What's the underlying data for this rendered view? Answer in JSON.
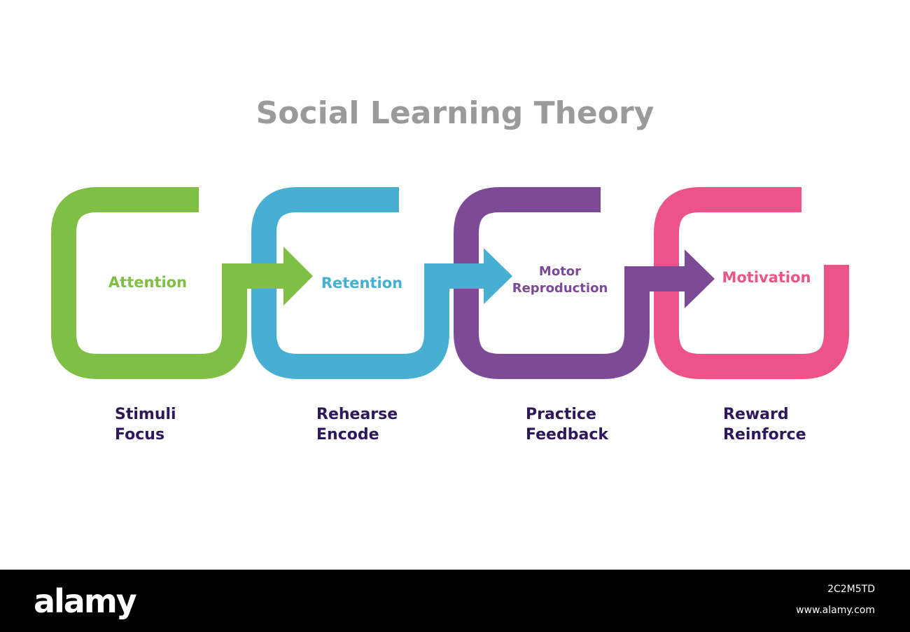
{
  "title": "Social Learning Theory",
  "stages": [
    {
      "label_lines": [
        "Attention"
      ],
      "color": "#7fbf45",
      "descriptions": [
        "Stimuli",
        "Focus"
      ]
    },
    {
      "label_lines": [
        "Retention"
      ],
      "color": "#47afd2",
      "descriptions": [
        "Rehearse",
        "Encode"
      ]
    },
    {
      "label_lines": [
        "Motor",
        "Reproduction"
      ],
      "color": "#7d4a96",
      "descriptions": [
        "Practice",
        "Feedback"
      ]
    },
    {
      "label_lines": [
        "Motivation"
      ],
      "color": "#ec5489",
      "descriptions": [
        "Reward",
        "Reinforce"
      ]
    }
  ],
  "text_color": "#2e1859",
  "watermark": {
    "brand": "alamy",
    "image_id": "2C2M5TD",
    "url": "www.alamy.com"
  }
}
